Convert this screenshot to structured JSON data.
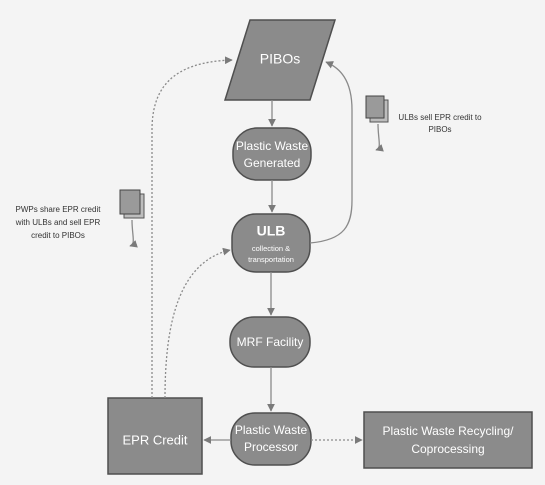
{
  "nodes": {
    "pibos": "PIBOs",
    "plastic_waste_generated": [
      "Plastic Waste",
      "Generated"
    ],
    "ulb_title": "ULB",
    "ulb_sub": [
      "collection &",
      "transportation"
    ],
    "mrf": "MRF Facility",
    "processor": [
      "Plastic Waste",
      "Processor"
    ],
    "epr_credit": "EPR Credit",
    "recycling": [
      "Plastic Waste Recycling/",
      "Coprocessing"
    ]
  },
  "notes": {
    "ulbs_sell": [
      "ULBs sell EPR credit to",
      "PIBOs"
    ],
    "pwps_share": [
      "PWPs share EPR credit",
      "with ULBs and sell EPR",
      "credit to PIBOs"
    ]
  },
  "colors": {
    "node_fill": "#8b8b8b",
    "node_stroke": "#4f4f4f",
    "arrow": "#8a8a8a",
    "note_icon": "#9a9a9a"
  }
}
